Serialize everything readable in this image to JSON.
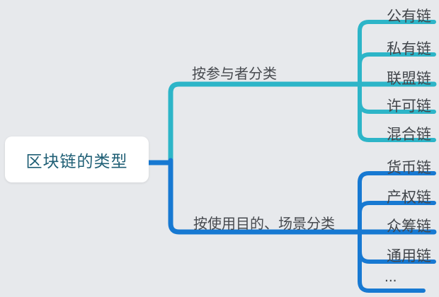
{
  "root": {
    "label": "区块链的类型"
  },
  "branches": [
    {
      "label": "按参与者分类",
      "color": "#2db5c8",
      "children": [
        "公有链",
        "私有链",
        "联盟链",
        "许可链",
        "混合链"
      ]
    },
    {
      "label": "按使用目的、场景分类",
      "color": "#1779d2",
      "children": [
        "货币链",
        "产权链",
        "众筹链",
        "通用链",
        "..."
      ]
    }
  ],
  "colors": {
    "background": "#e7e9ec",
    "teal_branch": "#2db5c8",
    "blue_branch": "#1779d2",
    "root_text": "#1f5f75",
    "node_text": "#42464b",
    "root_fill": "#ffffff"
  }
}
